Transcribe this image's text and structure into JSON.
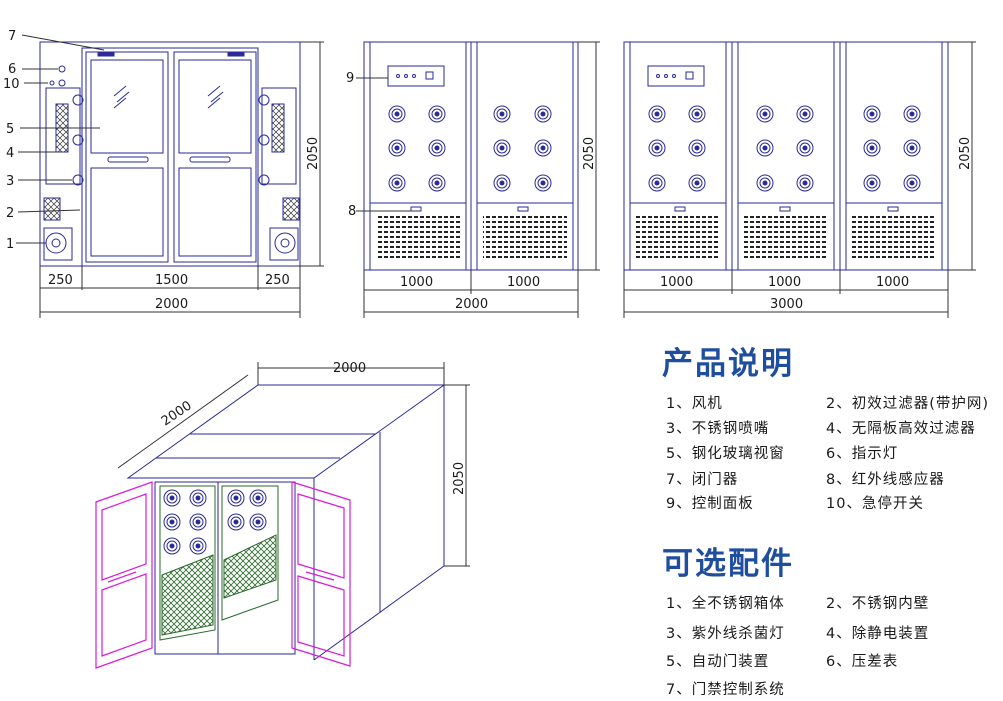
{
  "front_view": {
    "callouts": [
      "7",
      "6",
      "10",
      "5",
      "4",
      "3",
      "2",
      "1"
    ],
    "dims": {
      "left": "250",
      "middle": "1500",
      "right": "250",
      "total": "2000",
      "height": "2050"
    }
  },
  "side_view_2": {
    "callout_panel": "9",
    "callout_sensor": "8",
    "dims": {
      "w1": "1000",
      "w2": "1000",
      "total": "2000",
      "height": "2050"
    }
  },
  "side_view_3": {
    "dims": {
      "w1": "1000",
      "w2": "1000",
      "w3": "1000",
      "total": "3000",
      "height": "2050"
    }
  },
  "iso_view": {
    "dims": {
      "width": "2000",
      "depth": "2000",
      "height": "2050"
    }
  },
  "product_desc": {
    "title": "产品说明",
    "items": [
      "1、风机",
      "2、初效过滤器(带护网)",
      "3、不锈钢喷嘴",
      "4、无隔板高效过滤器",
      "5、钢化玻璃视窗",
      "6、指示灯",
      "7、闭门器",
      "8、红外线感应器",
      "9、控制面板",
      "10、急停开关"
    ]
  },
  "options": {
    "title": "可选配件",
    "items": [
      "1、全不锈钢箱体",
      "2、不锈钢内壁",
      "3、紫外线杀菌灯",
      "4、除静电装置",
      "5、自动门装置",
      "6、压差表",
      "7、门禁控制系统"
    ]
  },
  "colors": {
    "line": "#2a2a9a",
    "door": "#d81bd8",
    "heading": "#1f4e9e",
    "dim": "#333333"
  }
}
